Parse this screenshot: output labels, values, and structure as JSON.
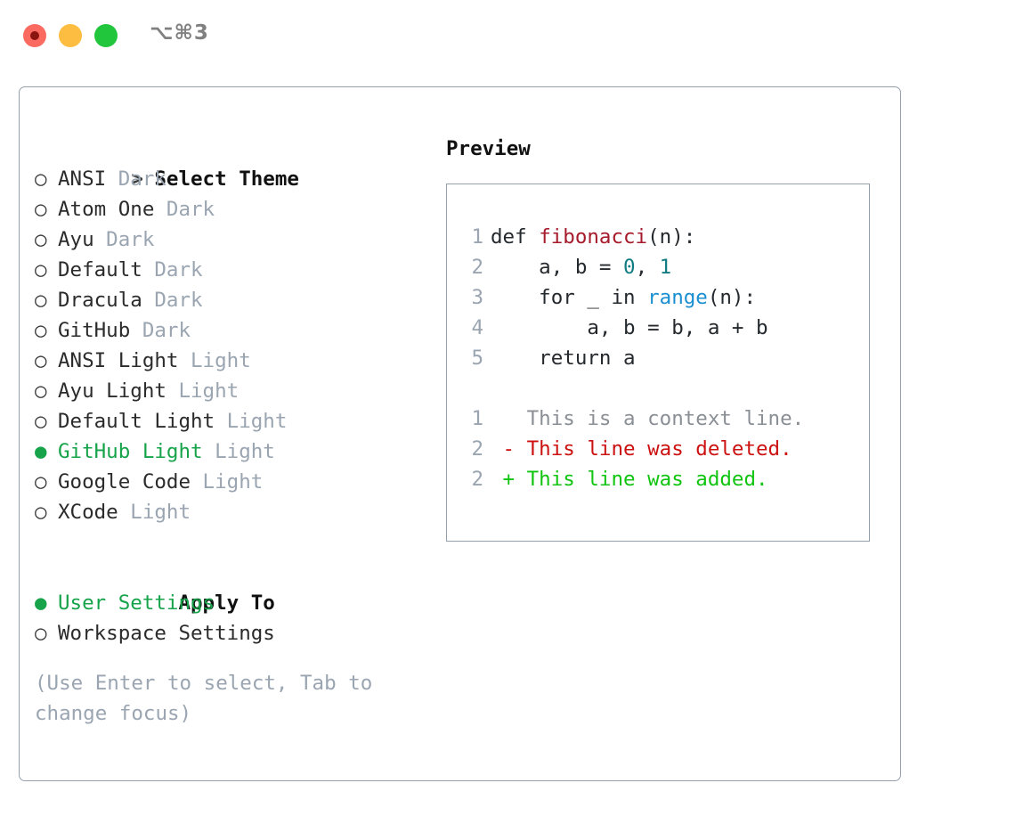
{
  "titlebar": {
    "shortcut": "⌥⌘3",
    "buttons": [
      {
        "name": "close",
        "color": "#fa6a60"
      },
      {
        "name": "minimize",
        "color": "#fcbd40"
      },
      {
        "name": "maximize",
        "color": "#22c63c"
      }
    ]
  },
  "colors": {
    "accent_green": "#16a34a",
    "muted": "#9aa5b1",
    "border": "#95a0ad",
    "text": "#2b2b2b",
    "diff_delete": "#cc1111",
    "diff_add": "#10c410",
    "code_function": "#a61b2b",
    "code_number": "#107c81",
    "code_builtin": "#1a8fd1"
  },
  "theme_section": {
    "heading": "Select Theme",
    "heading_marker": ">",
    "marker_unselected": "○",
    "marker_selected": "●",
    "items": [
      {
        "name": "ANSI",
        "variant": "Dark",
        "selected": false
      },
      {
        "name": "Atom One",
        "variant": "Dark",
        "selected": false
      },
      {
        "name": "Ayu",
        "variant": "Dark",
        "selected": false
      },
      {
        "name": "Default",
        "variant": "Dark",
        "selected": false
      },
      {
        "name": "Dracula",
        "variant": "Dark",
        "selected": false
      },
      {
        "name": "GitHub",
        "variant": "Dark",
        "selected": false
      },
      {
        "name": "ANSI Light",
        "variant": "Light",
        "selected": false
      },
      {
        "name": "Ayu Light",
        "variant": "Light",
        "selected": false
      },
      {
        "name": "Default Light",
        "variant": "Light",
        "selected": false
      },
      {
        "name": "GitHub Light",
        "variant": "Light",
        "selected": true
      },
      {
        "name": "Google Code",
        "variant": "Light",
        "selected": false
      },
      {
        "name": "XCode",
        "variant": "Light",
        "selected": false
      }
    ]
  },
  "apply_to_section": {
    "heading": "Apply To",
    "items": [
      {
        "name": "User Settings",
        "selected": true
      },
      {
        "name": "Workspace Settings",
        "selected": false
      }
    ]
  },
  "hint": "(Use Enter to select, Tab to change focus)",
  "preview": {
    "title": "Preview",
    "code_lines": [
      {
        "no": "1",
        "tokens": [
          {
            "t": "def ",
            "c": "kw"
          },
          {
            "t": "fibonacci",
            "c": "fn"
          },
          {
            "t": "(n):",
            "c": "plain"
          }
        ]
      },
      {
        "no": "2",
        "tokens": [
          {
            "t": "    a, b = ",
            "c": "plain"
          },
          {
            "t": "0",
            "c": "num"
          },
          {
            "t": ", ",
            "c": "plain"
          },
          {
            "t": "1",
            "c": "num"
          }
        ]
      },
      {
        "no": "3",
        "tokens": [
          {
            "t": "    for _ in ",
            "c": "plain"
          },
          {
            "t": "range",
            "c": "builtin"
          },
          {
            "t": "(n):",
            "c": "plain"
          }
        ]
      },
      {
        "no": "4",
        "tokens": [
          {
            "t": "        a, b = b, a + b",
            "c": "plain"
          }
        ]
      },
      {
        "no": "5",
        "tokens": [
          {
            "t": "    return a",
            "c": "plain"
          }
        ]
      }
    ],
    "diff_lines": [
      {
        "no": "1",
        "sign": " ",
        "text": "This is a context line.",
        "kind": "context"
      },
      {
        "no": "2",
        "sign": "-",
        "text": "This line was deleted.",
        "kind": "del"
      },
      {
        "no": "2",
        "sign": "+",
        "text": "This line was added.",
        "kind": "add"
      }
    ]
  }
}
